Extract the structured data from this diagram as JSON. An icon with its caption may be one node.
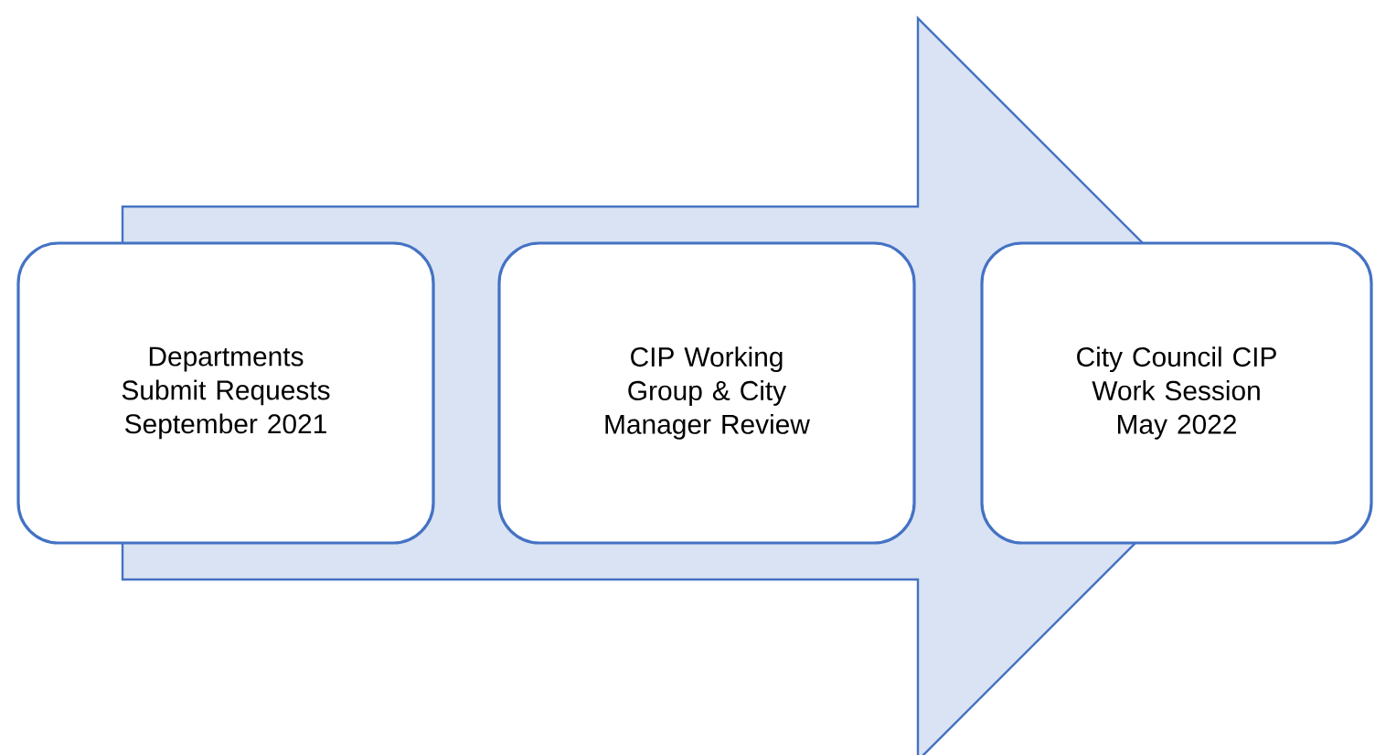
{
  "diagram": {
    "nodes": [
      {
        "text": [
          "Departments Submit Requests September 2021"
        ]
      },
      {
        "text": [
          "CIP Working Group & City Manager Review"
        ]
      },
      {
        "text": [
          "City Council CIP Work Session May 2022"
        ]
      }
    ],
    "edges": [
      {
        "from": 0,
        "to": 2,
        "arrow": "to"
      }
    ]
  }
}
